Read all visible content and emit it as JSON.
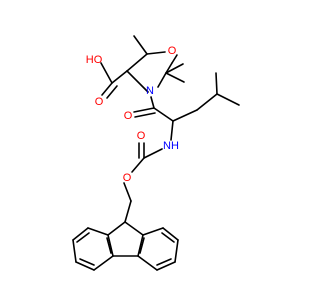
{
  "molecule": {
    "labels": {
      "o_ring": "O",
      "n_ring": "N",
      "acid_oh": "HO",
      "acid_o": "O",
      "amide_o": "O",
      "carbamate_nh": "NH",
      "carbamate_o": "O",
      "ester_o": "O"
    },
    "colors": {
      "oxygen": "#ff0000",
      "nitrogen": "#0000ff",
      "carbon": "#000000"
    }
  }
}
